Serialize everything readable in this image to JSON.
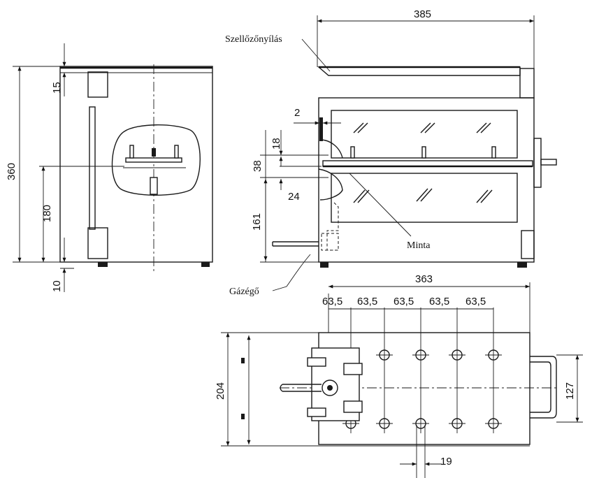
{
  "labels": {
    "vent": "Szellőzőnyílás",
    "sample": "Minta",
    "burner": "Gázégő"
  },
  "dimensions": {
    "side_height": "360",
    "side_top": "15",
    "side_mid": "180",
    "side_bottom": "10",
    "front_width": "385",
    "front_gap": "2",
    "front_h18": "18",
    "front_h38": "38",
    "front_h24": "24",
    "front_h161": "161",
    "top_width": "363",
    "pitch_1": "63,5",
    "pitch_2": "63,5",
    "pitch_3": "63,5",
    "pitch_4": "63,5",
    "pitch_5": "63,5",
    "top_depth": "204",
    "handle_width": "127",
    "hole_width": "19"
  }
}
